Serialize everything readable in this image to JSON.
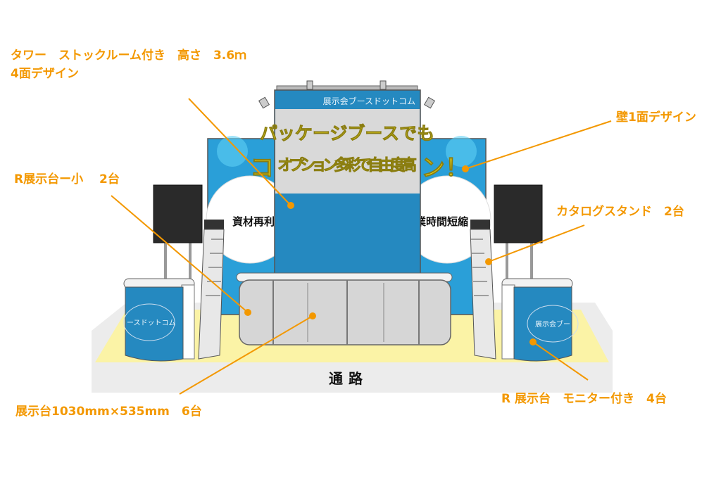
{
  "labels": {
    "tower_line1": "タワー　ストックルーム付き　高さ　3.6ｍ",
    "tower_line2": "4面デザイン",
    "wall": "壁1面デザイン",
    "r_counter_small": "R展示台ー小　 2台",
    "catalog_stand": "カタログスタンド　2台",
    "counter": "展示台1030mm×535mm　6台",
    "r_counter_monitor": "R 展示台　モニター付き　4台"
  },
  "booth": {
    "tower_header": "展示会ブースドットコム",
    "headline_line1": "パッケージブースでも",
    "headline_left": "コ",
    "headline_line2": "オプション多彩で自由度高",
    "headline_right": "ン！",
    "circle_left": "資材再利",
    "circle_right": "業時間短縮",
    "r_counter_left": "ースドットコム",
    "r_counter_right": "展示会ブー",
    "aisle": "通路"
  },
  "colors": {
    "accent": "#f39800",
    "wall_blue": "#2a9fd8",
    "tower_blue": "#2589c0",
    "floor_yellow": "#fbf3a6"
  }
}
